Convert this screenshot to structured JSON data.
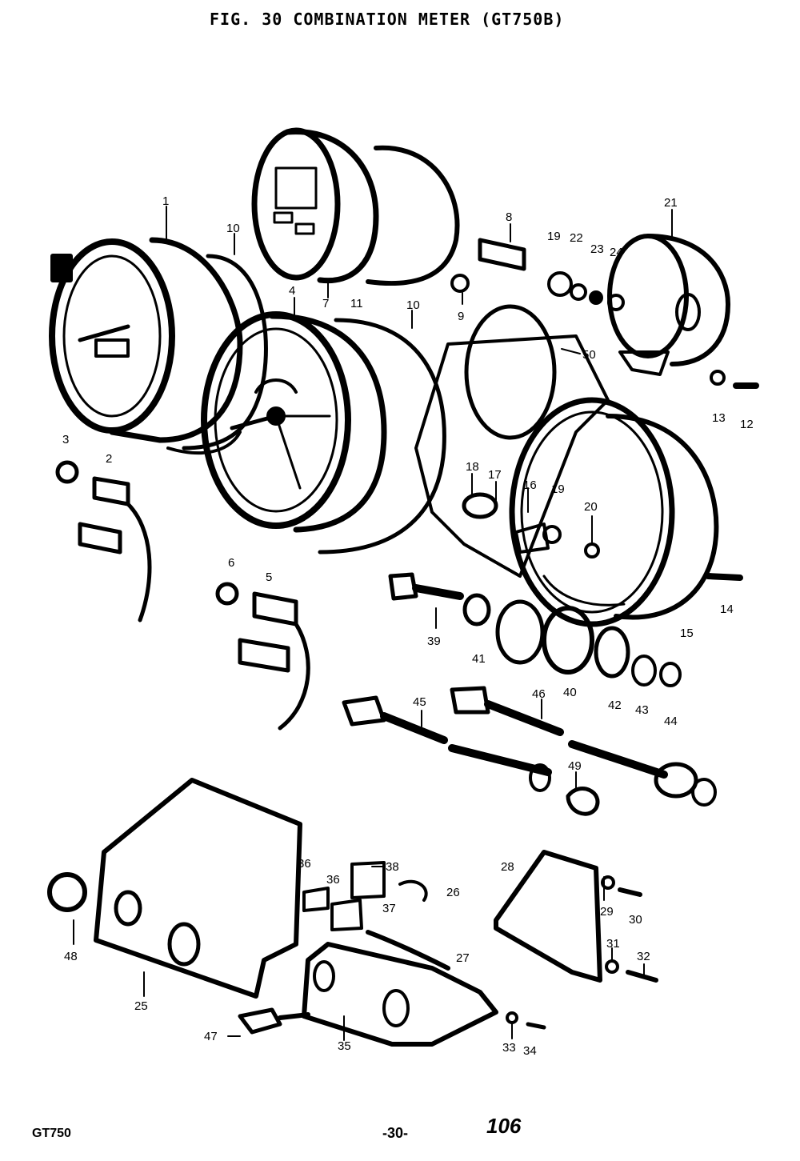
{
  "header": {
    "title": "FIG. 30  COMBINATION METER (GT750B)"
  },
  "callouts": [
    "1",
    "10",
    "7",
    "11",
    "4",
    "10",
    "8",
    "9",
    "19",
    "22",
    "23",
    "24",
    "21",
    "50",
    "13",
    "12",
    "3",
    "2",
    "18",
    "17",
    "16",
    "19",
    "20",
    "6",
    "5",
    "39",
    "41",
    "40",
    "42",
    "43",
    "44",
    "14",
    "15",
    "45",
    "46",
    "49",
    "36",
    "38",
    "36",
    "37",
    "26",
    "28",
    "29",
    "30",
    "31",
    "32",
    "27",
    "48",
    "25",
    "47",
    "35",
    "33",
    "34"
  ],
  "footer": {
    "model": "GT750",
    "page": "-30-",
    "number": "106"
  }
}
